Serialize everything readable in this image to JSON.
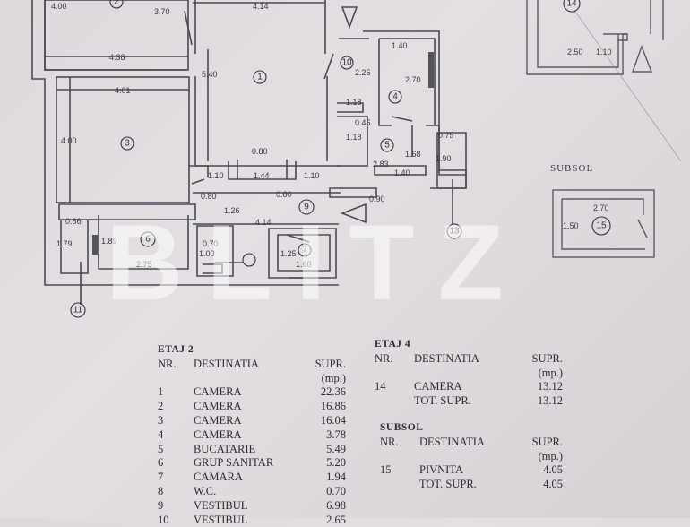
{
  "document": {
    "type": "floor-plan",
    "watermark": "BLITZ"
  },
  "plan": {
    "rooms": [
      {
        "nr": "1",
        "label": "1"
      },
      {
        "nr": "2",
        "label": "2"
      },
      {
        "nr": "3",
        "label": "3"
      },
      {
        "nr": "4",
        "label": "4"
      },
      {
        "nr": "5",
        "label": "5"
      },
      {
        "nr": "6",
        "label": "6"
      },
      {
        "nr": "7",
        "label": "7"
      },
      {
        "nr": "9",
        "label": "9"
      },
      {
        "nr": "10",
        "label": "10"
      },
      {
        "nr": "11",
        "label": "11"
      },
      {
        "nr": "13",
        "label": "13"
      },
      {
        "nr": "14",
        "label": "14"
      },
      {
        "nr": "15",
        "label": "15"
      }
    ],
    "dimensions": {
      "d_4_00_top": "4.00",
      "d_3_70": "3.70",
      "d_4_14_top": "4.14",
      "d_4_38": "4.38",
      "d_5_40": "5.40",
      "d_4_01": "4.01",
      "d_4_00_left": "4.00",
      "d_1_40_top": "1.40",
      "d_2_25": "2.25",
      "d_2_70": "2.70",
      "d_1_18_a": "1.18",
      "d_0_45": "0.45",
      "d_1_18_b": "1.18",
      "d_0_75": "0.75",
      "d_1_68": "1.68",
      "d_1_90": "1.90",
      "d_2_83": "2.83",
      "d_1_40_b": "1.40",
      "d_0_90": "0.90",
      "d_0_80_top": "0.80",
      "d_1_10_a": "1.10",
      "d_1_44": "1.44",
      "d_1_10_b": "1.10",
      "d_0_80_a": "0.80",
      "d_0_80_b": "0.80",
      "d_1_26": "1.26",
      "d_4_14_mid": "4.14",
      "d_0_86": "0.86",
      "d_1_79": "1.79",
      "d_1_89": "1.89",
      "d_2_75": "2.75",
      "d_0_70": "0.70",
      "d_1_00": "1.00",
      "d_1_25": "1.25",
      "d_1_60": "1.60",
      "d_2_50": "2.50",
      "d_1_10_e4": "1.10",
      "d_2_70_sub": "2.70",
      "d_1_50_sub": "1.50"
    },
    "subsol_title": "SUBSOL"
  },
  "tables": {
    "etaj2": {
      "title": "ETAJ 2",
      "headers": {
        "nr": "NR.",
        "dest": "DESTINATIA",
        "supr": "SUPR.",
        "unit": "(mp.)"
      },
      "rows": [
        {
          "nr": "1",
          "dest": "CAMERA",
          "supr": "22.36"
        },
        {
          "nr": "2",
          "dest": "CAMERA",
          "supr": "16.86"
        },
        {
          "nr": "3",
          "dest": "CAMERA",
          "supr": "16.04"
        },
        {
          "nr": "4",
          "dest": "CAMERA",
          "supr": "3.78"
        },
        {
          "nr": "5",
          "dest": "BUCATARIE",
          "supr": "5.49"
        },
        {
          "nr": "6",
          "dest": "GRUP SANITAR",
          "supr": "5.20"
        },
        {
          "nr": "7",
          "dest": "CAMARA",
          "supr": "1.94"
        },
        {
          "nr": "8",
          "dest": "W.C.",
          "supr": "0.70"
        },
        {
          "nr": "9",
          "dest": "VESTIBUL",
          "supr": "6.98"
        },
        {
          "nr": "10",
          "dest": "VESTIBUL",
          "supr": "2.65"
        }
      ]
    },
    "etaj4": {
      "title": "ETAJ 4",
      "headers": {
        "nr": "NR.",
        "dest": "DESTINATIA",
        "supr": "SUPR.",
        "unit": "(mp.)"
      },
      "rows": [
        {
          "nr": "14",
          "dest": "CAMERA",
          "supr": "13.12"
        },
        {
          "nr": "",
          "dest": "TOT. SUPR.",
          "supr": "13.12"
        }
      ]
    },
    "subsol": {
      "title": "SUBSOL",
      "headers": {
        "nr": "NR.",
        "dest": "DESTINATIA",
        "supr": "SUPR.",
        "unit": "(mp.)"
      },
      "rows": [
        {
          "nr": "15",
          "dest": "PIVNITA",
          "supr": "4.05"
        },
        {
          "nr": "",
          "dest": "TOT. SUPR.",
          "supr": "4.05"
        }
      ]
    }
  }
}
